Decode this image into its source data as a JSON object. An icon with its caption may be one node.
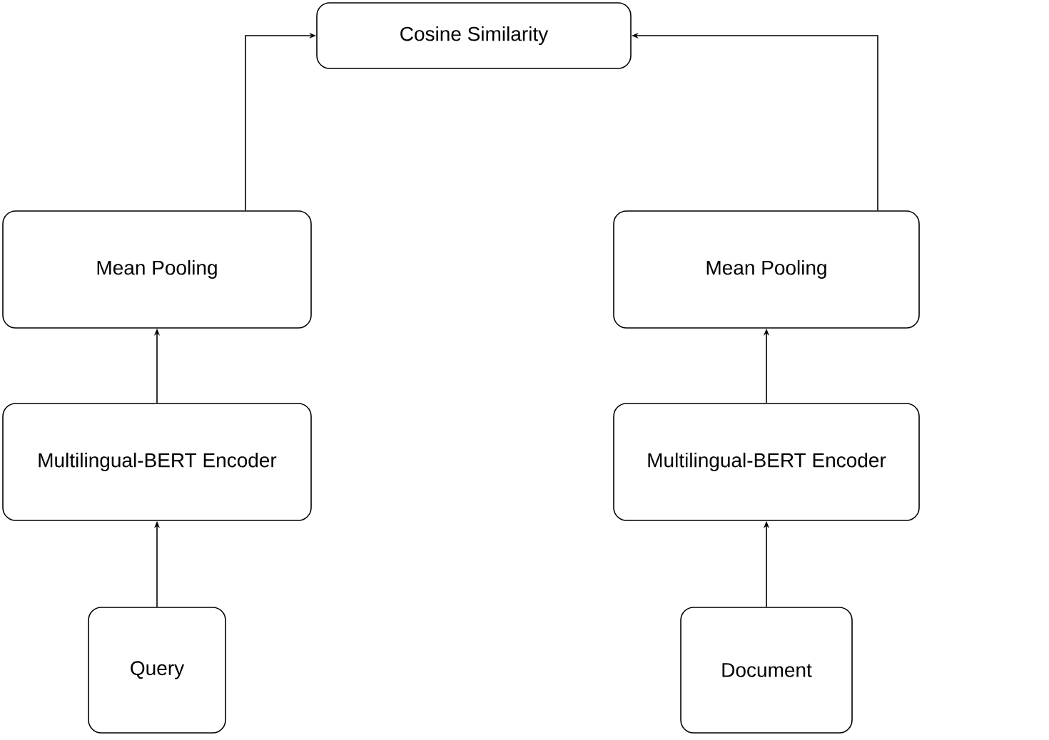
{
  "diagram": {
    "nodes": [
      {
        "text": [
          "Cosine Similarity"
        ]
      },
      {
        "text": [
          "Mean Pooling"
        ]
      },
      {
        "text": [
          "Mean Pooling"
        ]
      },
      {
        "text": [
          "Multilingual-BERT Encoder"
        ]
      },
      {
        "text": [
          "Multilingual-BERT Encoder"
        ]
      },
      {
        "text": [
          "Query"
        ]
      },
      {
        "text": [
          "Document"
        ]
      }
    ],
    "edges": [
      {
        "from": 5,
        "to": 3,
        "arrow": "to"
      },
      {
        "from": 3,
        "to": 1,
        "arrow": "to"
      },
      {
        "from": 1,
        "to": 0,
        "arrow": "to"
      },
      {
        "from": 6,
        "to": 4,
        "arrow": "to"
      },
      {
        "from": 4,
        "to": 2,
        "arrow": "to"
      },
      {
        "from": 2,
        "to": 0,
        "arrow": "to"
      }
    ]
  }
}
